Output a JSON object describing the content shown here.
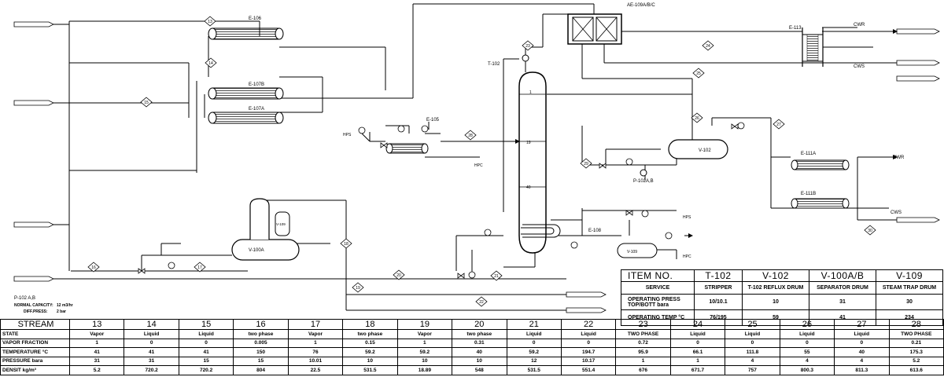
{
  "equipment": {
    "ae109": "AE-109A/B/C",
    "e113": "E-113",
    "e106": "E-106",
    "e107b": "E-107B",
    "e107a": "E-107A",
    "t102": "T-102",
    "e105": "E-105",
    "v102": "V-102",
    "p102": "P-102A,B",
    "e111a": "E-111A",
    "e111b": "E-111B",
    "v100a": "V-100A",
    "v109_small": "V-109",
    "e108": "E-108",
    "v109": "V-109"
  },
  "utilities": {
    "cwr": "CWR",
    "cws": "CWS",
    "hps": "HPS",
    "hpc": "HPC"
  },
  "trays": {
    "top": "1",
    "feed": "19",
    "bottom": "40"
  },
  "stream_tags": [
    "13",
    "14",
    "15",
    "16",
    "17",
    "18",
    "19",
    "20",
    "21",
    "22",
    "23",
    "24",
    "25",
    "26",
    "27",
    "28",
    "29",
    "30"
  ],
  "pump_note": {
    "title": "P-102 A,B",
    "cap_label": "NORMAL CAPACITY:",
    "cap_value": "12 m3/hr",
    "dp_label": "DIFF.PRESS:",
    "dp_value": "2 bar"
  },
  "equipment_table": {
    "item_label": "ITEM NO.",
    "items": [
      "T-102",
      "V-102",
      "V-100A/B",
      "V-109"
    ],
    "service_label": "SERVICE",
    "service": [
      "STRIPPER",
      "T-102 REFLUX DRUM",
      "SEPARATOR DRUM",
      "STEAM TRAP DRUM"
    ],
    "press_label": "OPERATING PRESS TOP/BOTT bara",
    "press": [
      "10/10.1",
      "10",
      "31",
      "30"
    ],
    "temp_label": "OPERATING TEMP °C",
    "temp": [
      "76/195",
      "59",
      "41",
      "234"
    ]
  },
  "stream_table": {
    "header": "STREAM",
    "streams": [
      "13",
      "14",
      "15",
      "16",
      "17",
      "18",
      "19",
      "20",
      "21",
      "22",
      "23",
      "24",
      "25",
      "26",
      "27",
      "28"
    ],
    "rows": [
      {
        "label": "STATE",
        "values": [
          "Vapor",
          "Liquid",
          "Liquid",
          "two phase",
          "Vapor",
          "two phase",
          "Vapor",
          "two phase",
          "Liquid",
          "Liquid",
          "TWO PHASE",
          "Liquid",
          "Liquid",
          "Liquid",
          "Liquid",
          "TWO PHASE"
        ]
      },
      {
        "label": "VAPOR FRACTION",
        "values": [
          "1",
          "0",
          "0",
          "0.005",
          "1",
          "0.15",
          "1",
          "0.31",
          "0",
          "0",
          "0.72",
          "0",
          "0",
          "0",
          "0",
          "0.21"
        ]
      },
      {
        "label": "TEMPERATURE °C",
        "values": [
          "41",
          "41",
          "41",
          "150",
          "76",
          "59.2",
          "59.2",
          "40",
          "59.2",
          "194.7",
          "95.9",
          "66.1",
          "111.8",
          "55",
          "40",
          "175.3"
        ]
      },
      {
        "label": "PRESSURE bara",
        "values": [
          "31",
          "31",
          "15",
          "15",
          "10.01",
          "10",
          "10",
          "10",
          "12",
          "10.17",
          "1",
          "1",
          "4",
          "4",
          "4",
          "5.2"
        ]
      },
      {
        "label": "DENSIT kg/m³",
        "values": [
          "5.2",
          "720.2",
          "720.2",
          "804",
          "22.5",
          "531.5",
          "18.89",
          "548",
          "531.5",
          "551.4",
          "676",
          "671.7",
          "757",
          "800.3",
          "811.3",
          "613.6"
        ]
      }
    ]
  }
}
